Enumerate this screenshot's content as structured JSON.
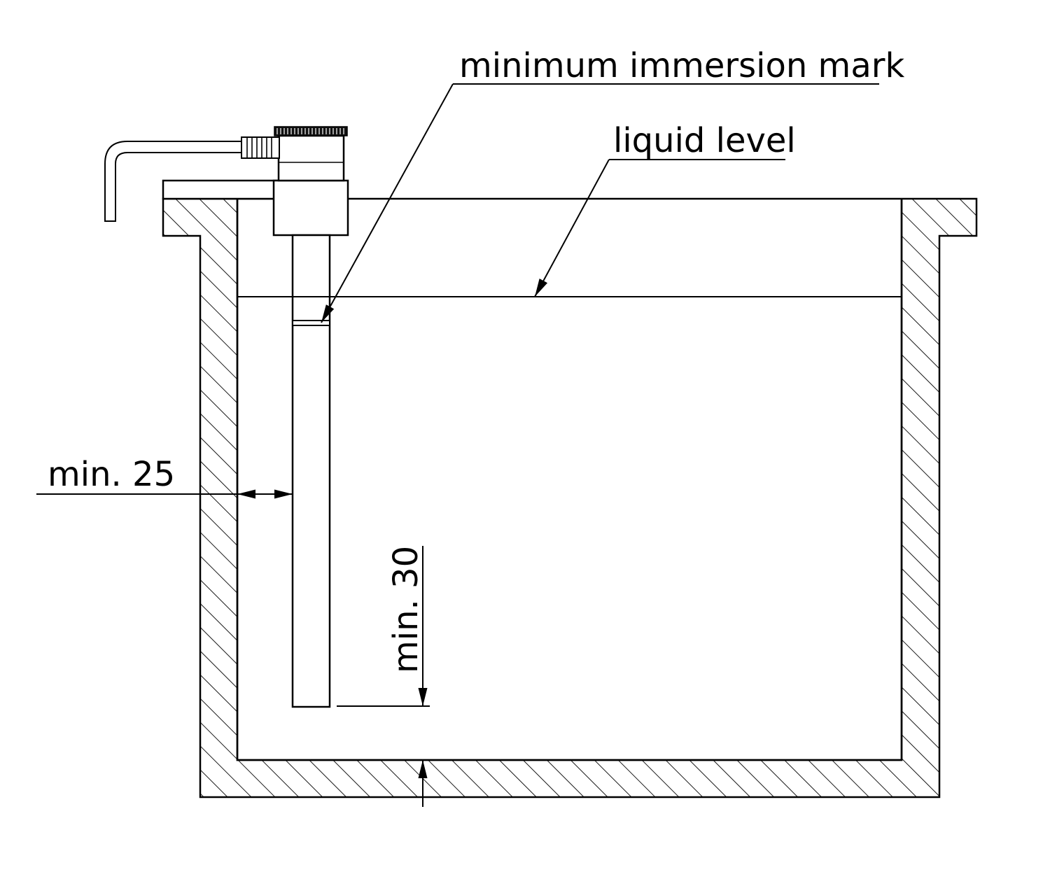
{
  "labels": {
    "minimum_immersion_mark": "minimum immersion mark",
    "liquid_level": "liquid level",
    "min_25": "min. 25",
    "min_30": "min. 30"
  },
  "colors": {
    "line": "#000000",
    "background": "#ffffff"
  }
}
